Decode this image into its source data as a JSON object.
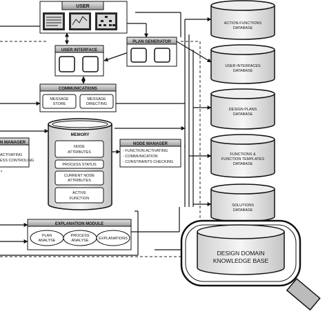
{
  "user": {
    "title": "USER"
  },
  "plan_generator": {
    "title": "PLAN GENERATOR"
  },
  "user_interface": {
    "title": "USER INTERFACE"
  },
  "communications": {
    "title": "COMMUNICATIONS",
    "message_store": [
      "MESSAGE",
      "STORE"
    ],
    "message_directing": [
      "MESSAGE",
      "DIRECTING"
    ]
  },
  "memory": {
    "title": "MEMORY",
    "node_attributes": [
      "NODE",
      "ATTRIBUTES"
    ],
    "process_status": "PROCESS STATUS",
    "current_node_attributes": [
      "CURRENT NODE",
      "ATTRIBUTES"
    ],
    "active_function": [
      "ACTIVE",
      "FUNCTION"
    ]
  },
  "node_manager_right": {
    "title": "NODE MANAGER",
    "items": [
      "- FUNCTION ACTIVATING",
      "- COMMUNICATION",
      "- CONSTRAINTS CHECKING"
    ]
  },
  "node_manager_left": {
    "title": "N MANAGER",
    "items": [
      "ACTIVATING",
      "ESS CONTROLING"
    ]
  },
  "explanation_module": {
    "title": "EXPLANATION MODULE",
    "plan_analyse": [
      "PLAN",
      "ANALYSE"
    ],
    "process_analyse": [
      "PROCESS",
      "ANALYSE"
    ],
    "explanations": "EXPLANATIONS"
  },
  "databases": [
    [
      "ACTION FUNCTIONS",
      "DATABASE"
    ],
    [
      "USER INTERFACES",
      "DATABASE"
    ],
    [
      "DESIGN PLANS",
      "DATABASE"
    ],
    [
      "FUNCTIONS &",
      "FUNCTION TEMPLATES",
      "DATABASE"
    ],
    [
      "SOLUTIONS",
      "DATABASE"
    ]
  ],
  "knowledge_base": [
    "DESIGN DOMAIN",
    "KNOWLEDGE BASE"
  ]
}
